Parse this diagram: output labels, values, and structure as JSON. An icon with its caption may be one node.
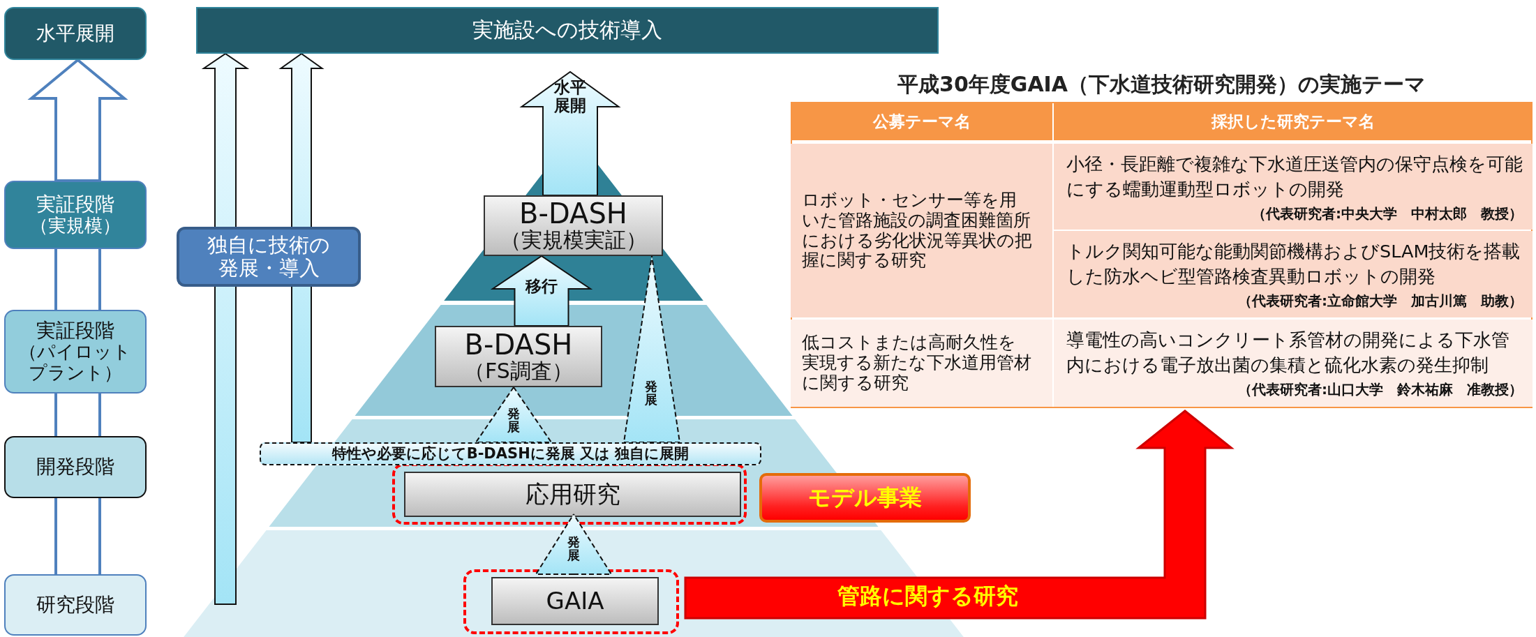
{
  "diagram": {
    "nodes": [
      {
        "text": [
          "水平展開"
        ]
      },
      {
        "text": [
          "実施設への技術導入"
        ]
      },
      {
        "text": [
          "実証段階",
          "（実規模）"
        ]
      },
      {
        "text": [
          "独自に技術の発展・導入"
        ]
      },
      {
        "text": [
          "実証段階",
          "（パイロットプラント）"
        ]
      },
      {
        "text": [
          "開発段階"
        ]
      },
      {
        "text": [
          "研究段階"
        ]
      },
      {
        "text": [
          "B-DASH",
          "（実規模実証）"
        ]
      },
      {
        "text": [
          "B-DASH",
          "（FS調査）"
        ]
      },
      {
        "text": [
          "特性や必要に応じてB-DASHに発展 又は 独自に展開"
        ]
      },
      {
        "text": [],
        "shape": "box"
      },
      {
        "text": [
          "応用研究"
        ],
        "in": 10
      },
      {
        "text": [
          "モデル事業"
        ]
      },
      {
        "text": [],
        "shape": "box"
      },
      {
        "text": [
          "GAIA"
        ],
        "in": 13
      },
      {
        "text": [
          "平成30年度GAIA（下水道技術研究開発）の実施テーマ"
        ]
      },
      {
        "text": [
          "公募テーマ名"
        ],
        "in": 15
      },
      {
        "text": [
          "採択した研究テーマ名"
        ],
        "in": 15
      },
      {
        "text": [
          "ロボット・センサー等を用いた管路施設の調査困難箇所における劣化状況等異状の把握に関する研究"
        ],
        "in": 15
      },
      {
        "text": [
          "小径・長距離で複雑な下水道圧送管内の保守点検を可能にする蠕動運動型ロボットの開発",
          "（代表研究者:中央大学　中村太郎　教授）"
        ],
        "in": 15
      },
      {
        "text": [
          "トルク関知可能な能動関節機構およびSLAM技術を搭載した防水ヘビ型管路検査異動ロボットの開発",
          "（代表研究者:立命館大学　加古川篤　助教）"
        ],
        "in": 15
      },
      {
        "text": [
          "低コストまたは高耐久性を実現する新たな下水道用管材に関する研究"
        ],
        "in": 15
      },
      {
        "text": [
          "導電性の高いコンクリート系管材の開発による下水管内における電子放出菌の集積と硫化水素の発生抑制",
          "（代表研究者:山口大学　鈴木祐麻　准教授）"
        ],
        "in": 15
      }
    ],
    "edges": [
      {
        "from": 6,
        "to": 5,
        "arrow": "none",
        "color": "#4f81bd"
      },
      {
        "from": 5,
        "to": 4,
        "arrow": "none",
        "color": "#4f81bd"
      },
      {
        "from": 4,
        "to": 2,
        "arrow": "none",
        "color": "#4f81bd"
      },
      {
        "from": 2,
        "to": 0,
        "arrow": "to",
        "color": "#4f81bd"
      },
      {
        "from": null,
        "to": 1,
        "arrow": "to"
      },
      {
        "from": 9,
        "to": 1,
        "arrow": "to"
      },
      {
        "from": 7,
        "to": null,
        "arrow": "to",
        "label": "水平展開"
      },
      {
        "from": 8,
        "to": 7,
        "arrow": "to",
        "label": "移行"
      },
      {
        "from": 14,
        "to": 11,
        "arrow": "none",
        "label": "発展",
        "style": "dashed",
        "color": "#111111"
      },
      {
        "from": 9,
        "to": 8,
        "arrow": "none",
        "label": "発展",
        "style": "dashed",
        "color": "#111111"
      },
      {
        "from": 9,
        "to": 7,
        "arrow": "none",
        "label": "発展",
        "style": "dashed",
        "color": "#111111"
      },
      {
        "from": 13,
        "to": 15,
        "arrow": "to",
        "label": "管路に関する研究",
        "style": "thick",
        "color": "#ff0000"
      }
    ]
  }
}
